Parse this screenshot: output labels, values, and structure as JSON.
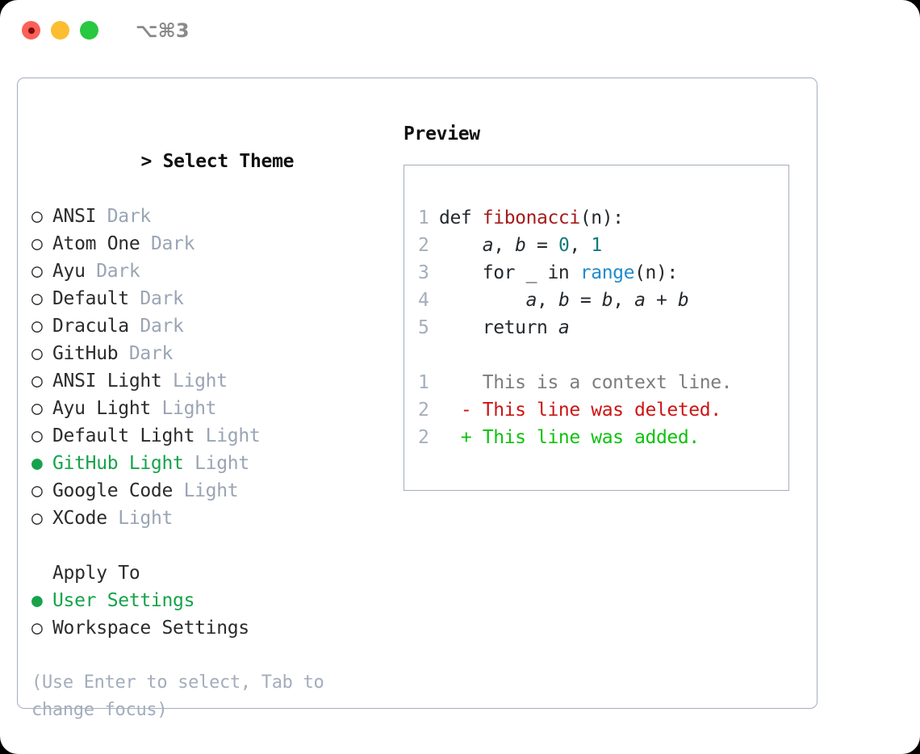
{
  "window": {
    "traffic_lights": [
      {
        "name": "close-button",
        "color": "#fc6058"
      },
      {
        "name": "minimize-button",
        "color": "#fcbd30"
      },
      {
        "name": "maximize-button",
        "color": "#28c840"
      }
    ],
    "shortcut_label": "⌥⌘3"
  },
  "theme_panel": {
    "header_prefix": "> ",
    "header": "Select Theme",
    "unselected_marker": "○ ",
    "selected_marker": "● ",
    "items": [
      {
        "label": "ANSI",
        "variant": "Dark",
        "selected": false
      },
      {
        "label": "Atom One",
        "variant": "Dark",
        "selected": false
      },
      {
        "label": "Ayu",
        "variant": "Dark",
        "selected": false
      },
      {
        "label": "Default",
        "variant": "Dark",
        "selected": false
      },
      {
        "label": "Dracula",
        "variant": "Dark",
        "selected": false
      },
      {
        "label": "GitHub",
        "variant": "Dark",
        "selected": false
      },
      {
        "label": "ANSI Light",
        "variant": "Light",
        "selected": false
      },
      {
        "label": "Ayu Light",
        "variant": "Light",
        "selected": false
      },
      {
        "label": "Default Light",
        "variant": "Light",
        "selected": false
      },
      {
        "label": "GitHub Light",
        "variant": "Light",
        "selected": true
      },
      {
        "label": "Google Code",
        "variant": "Light",
        "selected": false
      },
      {
        "label": "XCode",
        "variant": "Light",
        "selected": false
      }
    ]
  },
  "apply_to": {
    "header": "Apply To",
    "items": [
      {
        "label": "User Settings",
        "selected": true
      },
      {
        "label": "Workspace Settings",
        "selected": false
      }
    ]
  },
  "hint": "(Use Enter to select, Tab to change focus)",
  "preview": {
    "title": "Preview",
    "code_lines": [
      {
        "number": "1",
        "tokens": [
          {
            "text": "def ",
            "style": "plain"
          },
          {
            "text": "fibonacci",
            "style": "func"
          },
          {
            "text": "(n):",
            "style": "plain"
          }
        ]
      },
      {
        "number": "2",
        "tokens": [
          {
            "text": "    ",
            "style": "plain"
          },
          {
            "text": "a",
            "style": "var"
          },
          {
            "text": ", ",
            "style": "plain"
          },
          {
            "text": "b",
            "style": "var"
          },
          {
            "text": " = ",
            "style": "plain"
          },
          {
            "text": "0",
            "style": "num"
          },
          {
            "text": ", ",
            "style": "plain"
          },
          {
            "text": "1",
            "style": "num"
          }
        ]
      },
      {
        "number": "3",
        "tokens": [
          {
            "text": "    for _ in ",
            "style": "plain"
          },
          {
            "text": "range",
            "style": "call"
          },
          {
            "text": "(n):",
            "style": "plain"
          }
        ]
      },
      {
        "number": "4",
        "tokens": [
          {
            "text": "        ",
            "style": "plain"
          },
          {
            "text": "a",
            "style": "var"
          },
          {
            "text": ", ",
            "style": "plain"
          },
          {
            "text": "b",
            "style": "var"
          },
          {
            "text": " = ",
            "style": "plain"
          },
          {
            "text": "b",
            "style": "var"
          },
          {
            "text": ", ",
            "style": "plain"
          },
          {
            "text": "a",
            "style": "var"
          },
          {
            "text": " + ",
            "style": "plain"
          },
          {
            "text": "b",
            "style": "var"
          }
        ]
      },
      {
        "number": "5",
        "tokens": [
          {
            "text": "    return ",
            "style": "plain"
          },
          {
            "text": "a",
            "style": "var"
          }
        ]
      }
    ],
    "diff_lines": [
      {
        "number": "1",
        "sign": "  ",
        "text": "This is a context line.",
        "kind": "ctx"
      },
      {
        "number": "2",
        "sign": "- ",
        "text": "This line was deleted.",
        "kind": "del"
      },
      {
        "number": "2",
        "sign": "+ ",
        "text": "This line was added.",
        "kind": "add"
      }
    ]
  },
  "colors": {
    "accent_green": "#16a34a",
    "muted": "#9aa4b4",
    "border": "#a5aebc",
    "func_red": "#a61b1b",
    "num_teal": "#137a7a",
    "call_blue": "#1f8ccc",
    "diff_add": "#0ec20e",
    "diff_del": "#cc1414"
  }
}
